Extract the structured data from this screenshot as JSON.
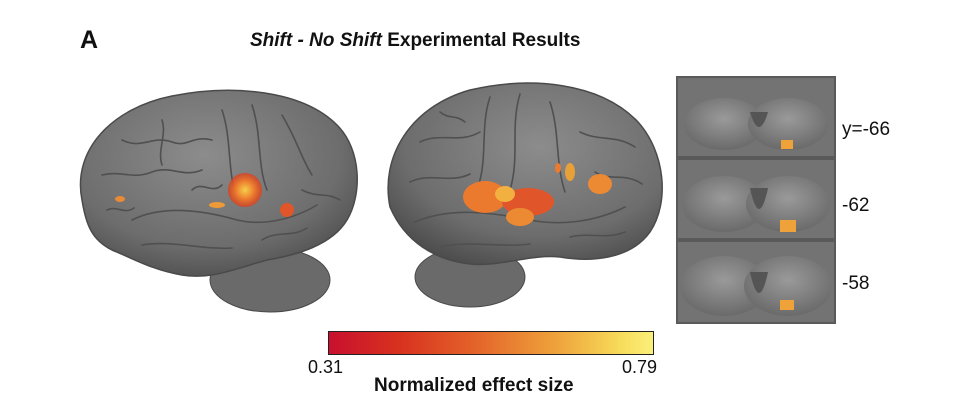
{
  "panel_label": "A",
  "title": {
    "shift": "Shift",
    "sep": " - ",
    "noshift": "No Shift",
    "rest": " Experimental Results"
  },
  "slices": {
    "labels": [
      "y=-66",
      "-62",
      "-58"
    ]
  },
  "colorbar": {
    "min_label": "0.31",
    "max_label": "0.79",
    "title": "Normalized effect size",
    "min": 0.31,
    "max": 0.79,
    "colors": [
      "#c8102e",
      "#fbf07a"
    ]
  }
}
